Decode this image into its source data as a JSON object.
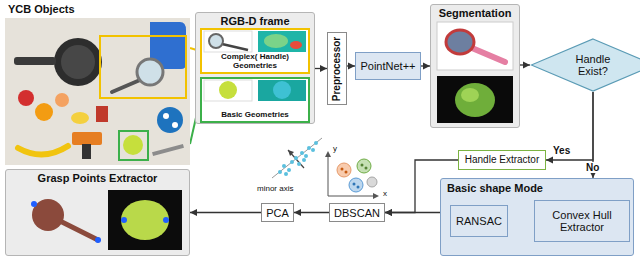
{
  "diagram": {
    "nodes": [
      {
        "text": [
          "YCB Objects"
        ]
      },
      {
        "text": [
          "RGB-D frame"
        ]
      },
      {
        "text": [
          "Complex( Handle) Geometries"
        ],
        "in": 1
      },
      {
        "text": [
          "Basic Geometries"
        ],
        "in": 1
      },
      {
        "text": [
          "Preprocessor"
        ]
      },
      {
        "text": [
          "PointNet++"
        ]
      },
      {
        "text": [
          "Segmentation"
        ]
      },
      {
        "text": [
          "Handle Exist?"
        ]
      },
      {
        "text": [
          "Handle Extractor"
        ]
      },
      {
        "text": [
          "Basic shape Mode"
        ]
      },
      {
        "text": [
          "RANSAC"
        ],
        "in": 9
      },
      {
        "text": [
          "Convex Hull Extractor"
        ],
        "in": 9
      },
      {
        "text": [
          "DBSCAN"
        ]
      },
      {
        "text": [
          "PCA"
        ]
      },
      {
        "text": [
          "Grasp Points Extractor"
        ]
      }
    ],
    "edges": [
      {
        "from": 0,
        "to": 2,
        "arrow": "none"
      },
      {
        "from": 0,
        "to": 3,
        "arrow": "none"
      },
      {
        "from": 1,
        "to": 4,
        "arrow": "to"
      },
      {
        "from": 4,
        "to": 5,
        "arrow": "to"
      },
      {
        "from": 5,
        "to": 6,
        "arrow": "to"
      },
      {
        "from": 6,
        "to": 7,
        "arrow": "to"
      },
      {
        "from": 7,
        "to": 8,
        "arrow": "to",
        "label": "Yes"
      },
      {
        "from": 7,
        "to": 9,
        "arrow": "to",
        "label": "No"
      },
      {
        "from": 10,
        "to": 11,
        "arrow": "to"
      },
      {
        "from": 8,
        "to": 12,
        "arrow": "to"
      },
      {
        "from": 9,
        "to": 12,
        "arrow": "to"
      },
      {
        "from": 12,
        "to": 13,
        "arrow": "to"
      },
      {
        "from": 13,
        "to": 14,
        "arrow": "to"
      }
    ],
    "labels": [
      "minor axis",
      "y",
      "x"
    ]
  }
}
